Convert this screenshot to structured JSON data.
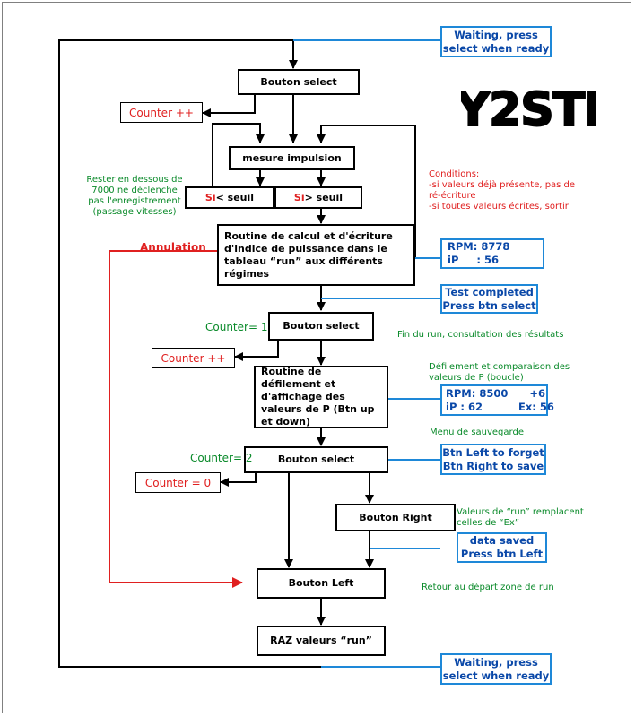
{
  "title": "Y2STI",
  "boxes": {
    "bouton_select_1": "Bouton select",
    "counter_inc_1": "Counter ++",
    "mesure_impulsion": "mesure impulsion",
    "si_inf": {
      "si": "Si",
      "rest": " < seuil"
    },
    "si_sup": {
      "si": "Si",
      "rest": " > seuil"
    },
    "routine_calcul": "Routine de calcul et d'écriture d'indice de puissance dans le tableau “run” aux différents régimes",
    "bouton_select_2": "Bouton select",
    "counter_inc_2": "Counter ++",
    "routine_defilement": "Routine de défilement et d'affichage des valeurs  de P (Btn up et down)",
    "bouton_select_3": "Bouton select",
    "counter_reset": "Counter = 0",
    "bouton_right": "Bouton Right",
    "bouton_left": "Bouton Left",
    "raz": "RAZ valeurs “run”"
  },
  "screens": {
    "waiting_top": [
      "Waiting, press",
      "select when ready"
    ],
    "rpm_ip": [
      "RPM: 8778",
      "iP     : 56"
    ],
    "test_completed": [
      "Test completed",
      "Press btn select"
    ],
    "compare": [
      "RPM: 8500      +6",
      "iP : 62          Ex: 56"
    ],
    "save_menu": [
      "Btn Left to forget",
      "Btn Right to save"
    ],
    "data_saved": [
      "data saved",
      "Press btn Left"
    ],
    "waiting_bottom": [
      "Waiting, press",
      "select when ready"
    ]
  },
  "notes": {
    "rester": "Rester en dessous de\n7000 ne déclenche\npas l'enregistrement\n(passage vitesses)",
    "conditions": "Conditions:\n-si valeurs déjà présente, pas de\nré-écriture\n-si toutes valeurs écrites, sortir",
    "annulation": "Annulation",
    "counter_1": "Counter= 1",
    "fin_du_run": "Fin du run, consultation des résultats",
    "defilement": "Défilement et comparaison des\nvaleurs de P (boucle)",
    "menu_sauvegarde": "Menu de sauvegarde",
    "counter_2": "Counter= 2",
    "valeurs_run": "Valeurs de “run” remplacent\ncelles de “Ex”",
    "retour": "Retour au départ zone de run"
  },
  "colors": {
    "flow": "#000000",
    "cancel_path": "#e02020",
    "screen_link": "#1e88d8",
    "screen_text": "#0a48a8",
    "note_green": "#0a8a2a",
    "note_red": "#e02020"
  }
}
